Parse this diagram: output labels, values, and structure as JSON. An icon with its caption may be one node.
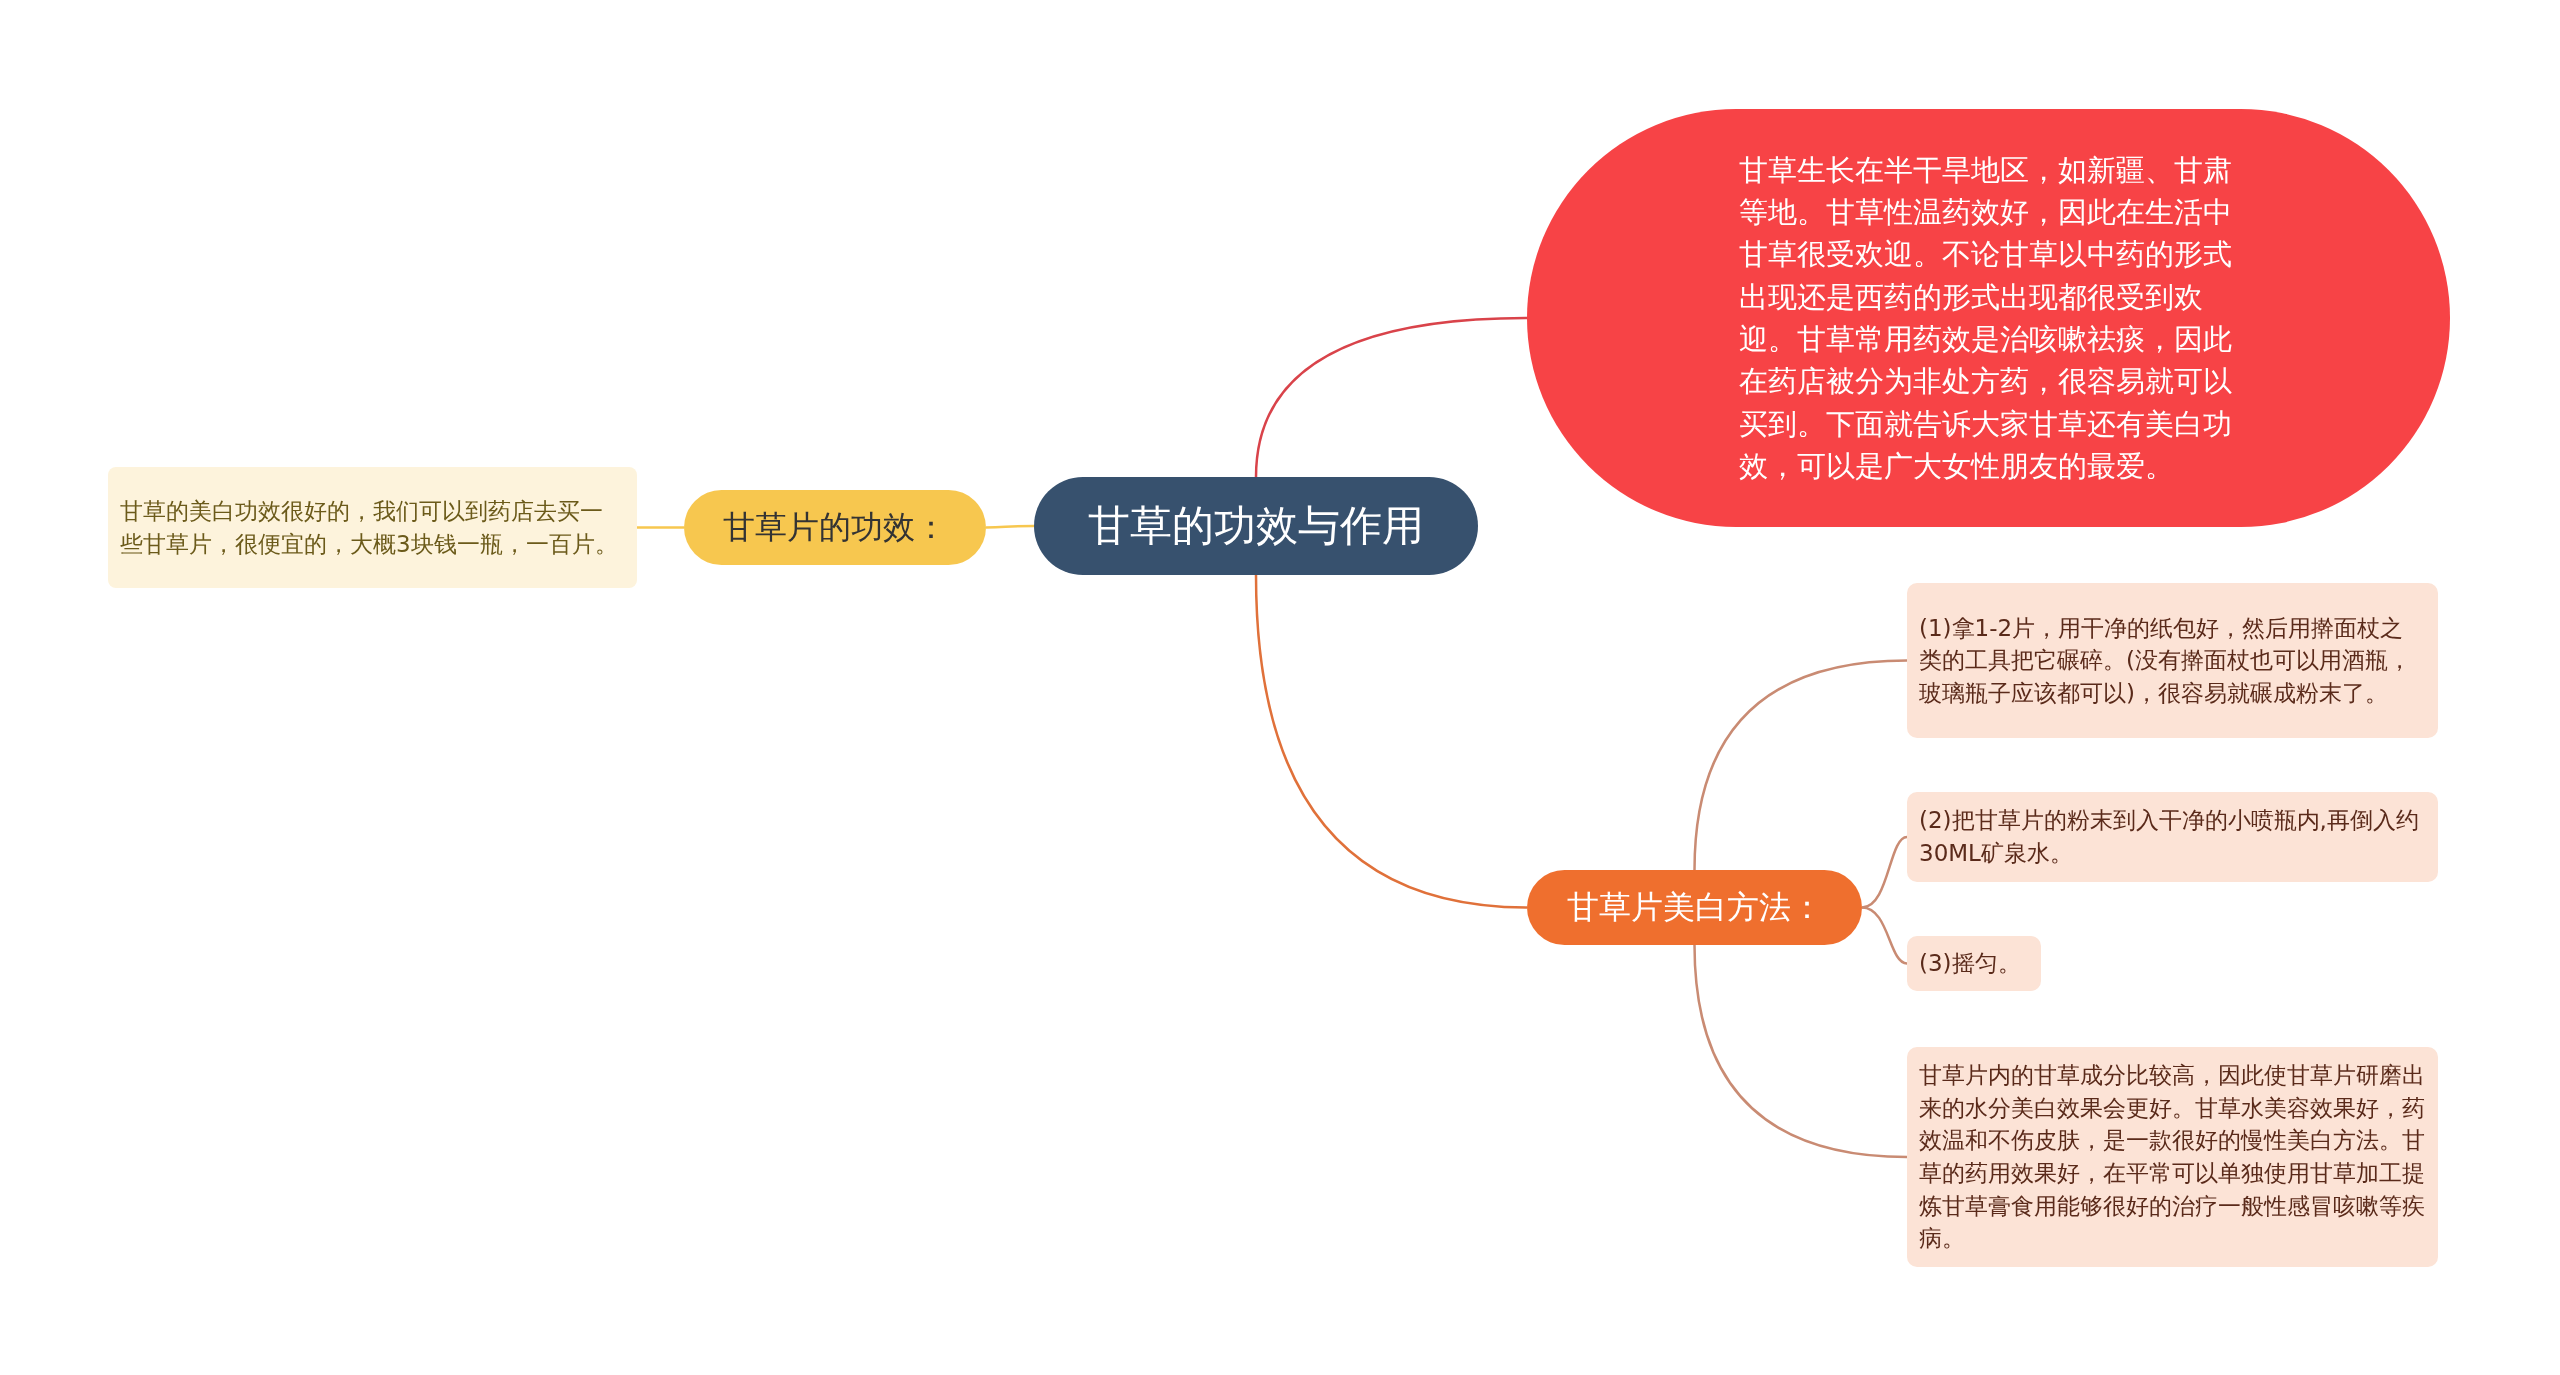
{
  "diagram": {
    "nodes": [
      {
        "text": [
          "甘草的功效与作用"
        ]
      },
      {
        "text": [
          "甘草生长在半干旱地区，如新疆、甘肃等地。甘草性温药效好，因此在生活中甘草很受欢迎。不论甘草以中药的形式出现还是西药的形式出现都很受到欢迎。甘草常用药效是治咳嗽祛痰，因此在药店被分为非处方药，很容易就可以买到。下面就告诉大家甘草还有美白功效，可以是广大女性朋友的最爱。"
        ]
      },
      {
        "text": [
          "甘草片的功效："
        ]
      },
      {
        "text": [
          "甘草的美白功效很好的，我们可以到药店去买一些甘草片，很便宜的，大概3块钱一瓶，一百片。"
        ]
      },
      {
        "text": [
          "甘草片美白方法："
        ]
      },
      {
        "text": [
          "(1)拿1-2片，用干净的纸包好，然后用擀面杖之类的工具把它碾碎。(没有擀面杖也可以用酒瓶，玻璃瓶子应该都可以)，很容易就碾成粉末了。"
        ]
      },
      {
        "text": [
          "(2)把甘草片的粉末到入干净的小喷瓶内,再倒入约30ML矿泉水。"
        ]
      },
      {
        "text": [
          "(3)摇匀。"
        ]
      },
      {
        "text": [
          "甘草片内的甘草成分比较高，因此使甘草片研磨出来的水分美白效果会更好。甘草水美容效果好，药效温和不伤皮肤，是一款很好的慢性美白方法。甘草的药用效果好，在平常可以单独使用甘草加工提炼甘草膏食用能够很好的治疗一般性感冒咳嗽等疾病。"
        ]
      }
    ],
    "edges": [
      {
        "from": 0,
        "to": 1,
        "arrow": "none",
        "color": "#d9434a"
      },
      {
        "from": 0,
        "to": 2,
        "arrow": "none",
        "color": "#f7c74f"
      },
      {
        "from": 2,
        "to": 3,
        "arrow": "none",
        "color": "#f7c74f"
      },
      {
        "from": 0,
        "to": 4,
        "arrow": "none",
        "color": "#e0713a"
      },
      {
        "from": 4,
        "to": 5,
        "arrow": "none"
      },
      {
        "from": 4,
        "to": 6,
        "arrow": "none"
      },
      {
        "from": 4,
        "to": 7,
        "arrow": "none"
      },
      {
        "from": 4,
        "to": 8,
        "arrow": "none"
      }
    ]
  }
}
